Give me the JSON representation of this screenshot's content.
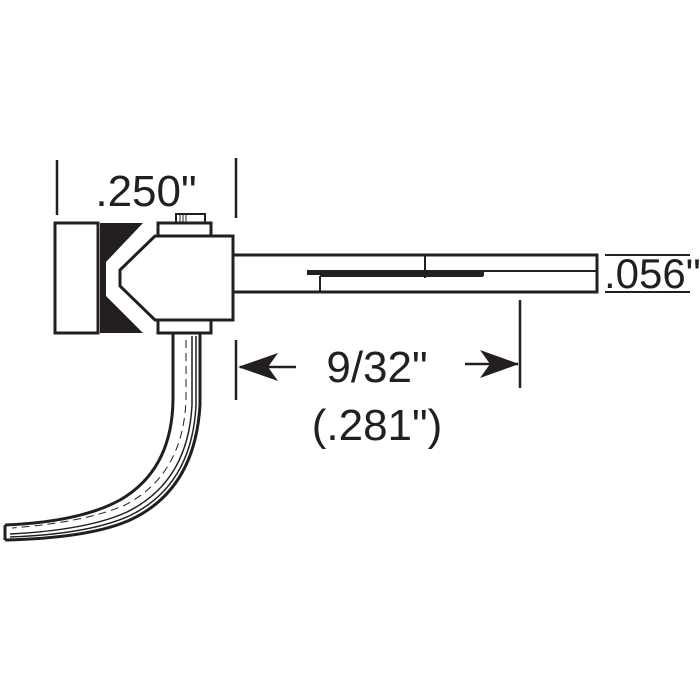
{
  "diagram": {
    "subject": "coupler",
    "colors": {
      "line": "#231f20",
      "background": "#ffffff"
    },
    "dimensions": {
      "head_width": ".250\"",
      "shank_thickness": ".056\"",
      "shank_length_fraction": "9/32\"",
      "shank_length_decimal": "(.281\")"
    }
  }
}
